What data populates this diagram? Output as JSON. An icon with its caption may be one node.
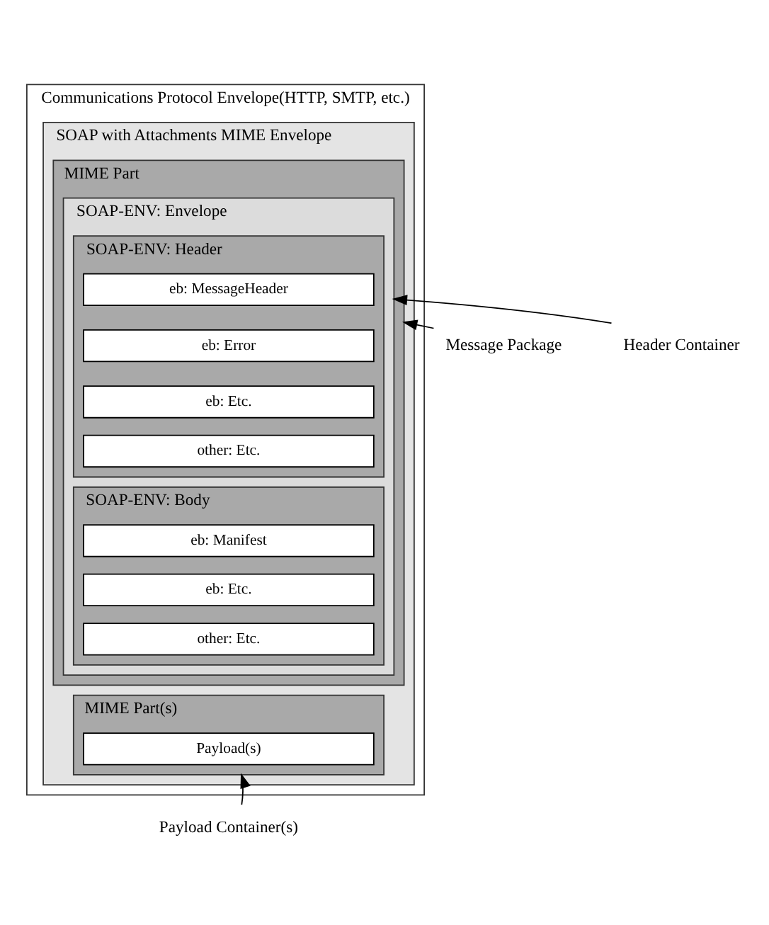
{
  "diagram": {
    "nodes": [
      {
        "text": [
          "Communications Protocol Envelope(HTTP, SMTP, etc.)"
        ]
      },
      {
        "text": [
          "SOAP with Attachments MIME Envelope"
        ],
        "in": 0
      },
      {
        "text": [
          "MIME Part"
        ],
        "in": 1
      },
      {
        "text": [
          "SOAP-ENV: Envelope"
        ],
        "in": 2
      },
      {
        "text": [
          "SOAP-ENV: Header"
        ],
        "in": 3
      },
      {
        "text": [
          "eb: MessageHeader"
        ],
        "in": 4
      },
      {
        "text": [
          "eb: Error"
        ],
        "in": 4
      },
      {
        "text": [
          "eb: Etc."
        ],
        "in": 4
      },
      {
        "text": [
          "other: Etc."
        ],
        "in": 4
      },
      {
        "text": [
          "SOAP-ENV: Body"
        ],
        "in": 3
      },
      {
        "text": [
          "eb: Manifest"
        ],
        "in": 9
      },
      {
        "text": [
          "eb: Etc."
        ],
        "in": 9
      },
      {
        "text": [
          "other: Etc."
        ],
        "in": 9
      },
      {
        "text": [
          "MIME Part(s)"
        ],
        "in": 1
      },
      {
        "text": [
          "Payload(s)"
        ],
        "in": 13
      },
      {
        "text": [
          "Message Package"
        ]
      },
      {
        "text": [
          "Header Container"
        ]
      },
      {
        "text": [
          "Payload Container(s)"
        ]
      }
    ],
    "edges": [
      {
        "from": 15,
        "to": 2,
        "arrow": "to"
      },
      {
        "from": 16,
        "to": 3,
        "arrow": "to"
      },
      {
        "from": 17,
        "to": 13,
        "arrow": "to"
      }
    ]
  }
}
